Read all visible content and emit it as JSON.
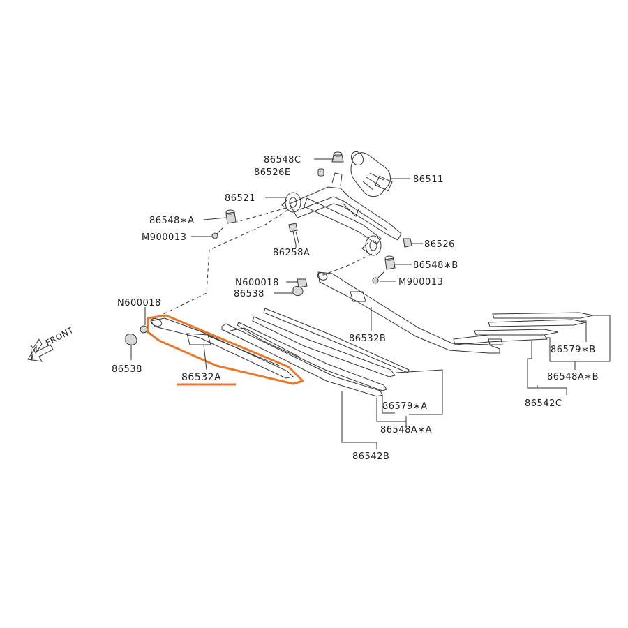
{
  "diagram": {
    "direction_label": "FRONT",
    "labels": {
      "p86548C": "86548C",
      "p86526E": "86526E",
      "p86511": "86511",
      "p86521": "86521",
      "p86548A_star": "86548∗A",
      "pM900013_left": "M900013",
      "p86258A": "86258A",
      "p86526": "86526",
      "p86548B_star": "86548∗B",
      "pM900013_right": "M900013",
      "pN600018_mid": "N600018",
      "p86538_mid": "86538",
      "pN600018_left": "N600018",
      "p86538_left": "86538",
      "p86532A": "86532A",
      "p86532B": "86532B",
      "p86579A_star": "86579∗A",
      "p86548AA_star": "86548A∗A",
      "p86542B": "86542B",
      "p86579B_star": "86579∗B",
      "p86548AB_star": "86548A∗B",
      "p86542C": "86542C"
    },
    "highlight": {
      "part": "86532A",
      "color": "#e8782a"
    }
  }
}
